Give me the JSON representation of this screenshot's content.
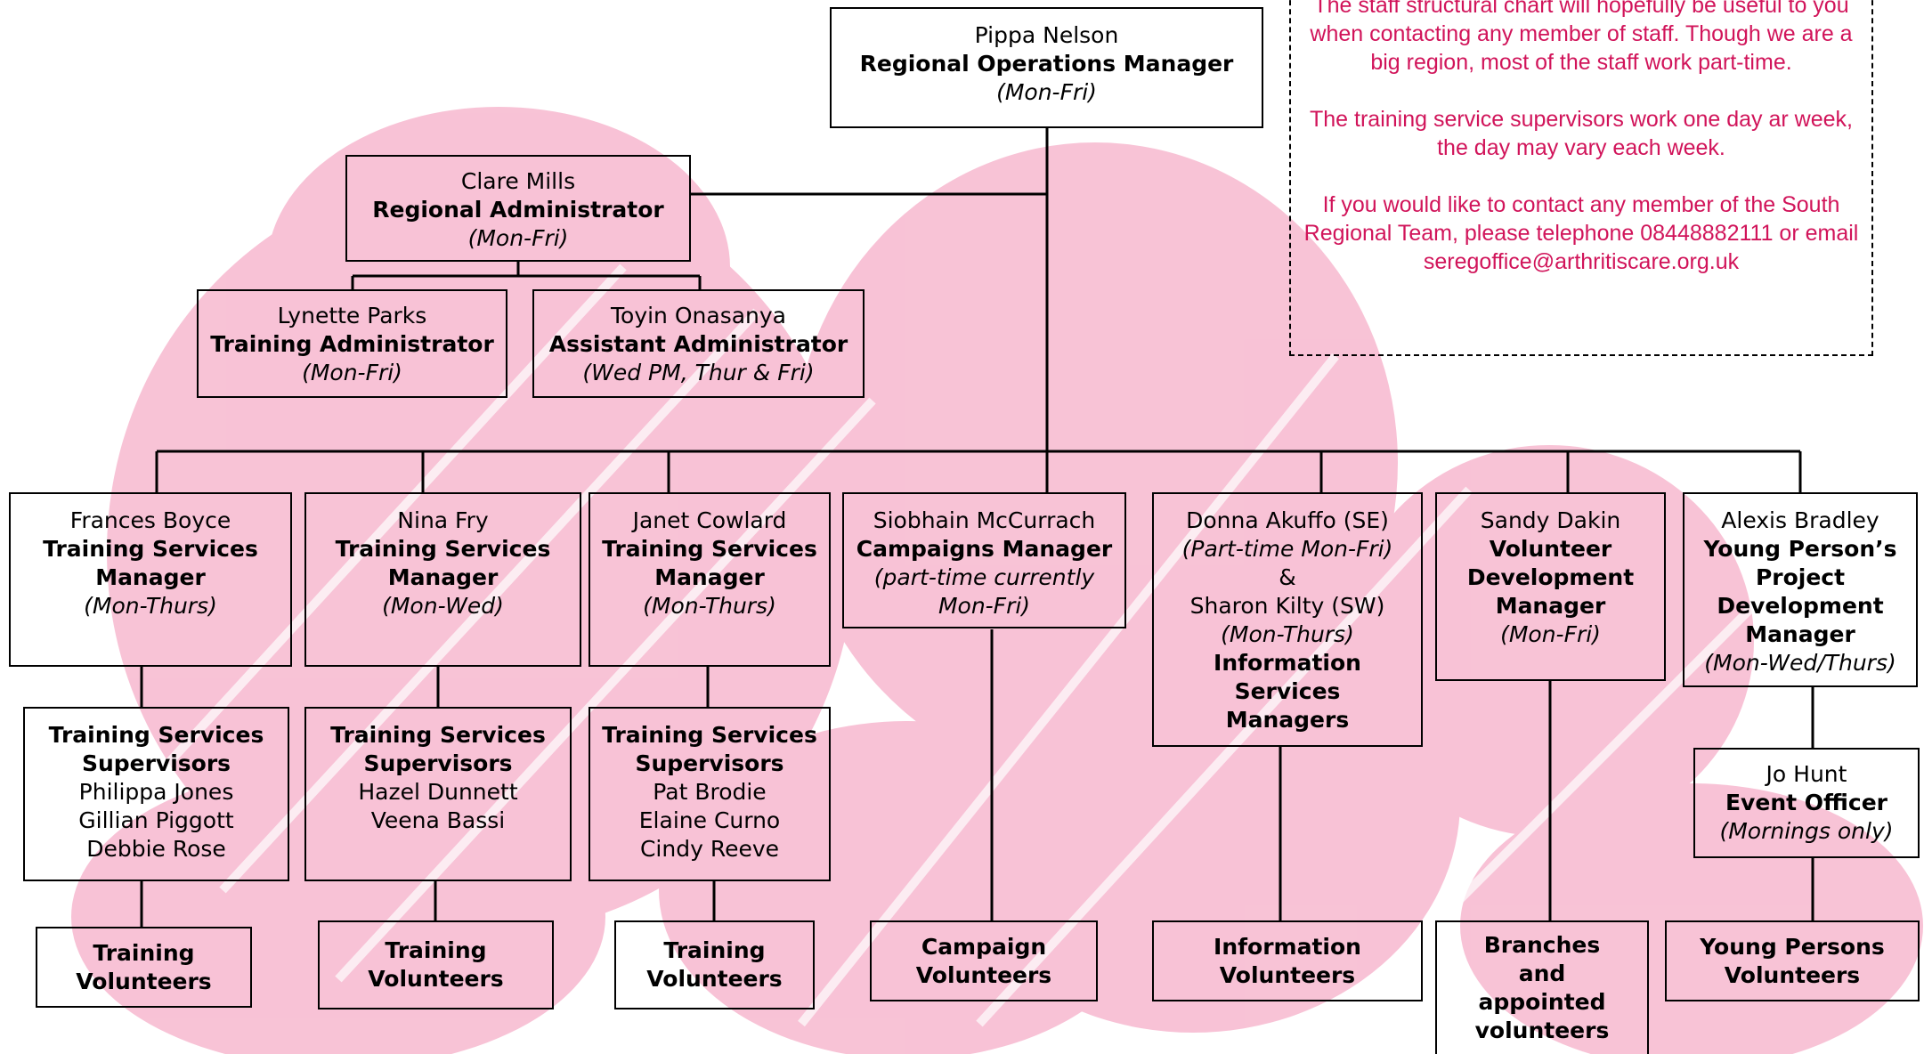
{
  "colors": {
    "note_text": "#d1145a",
    "background_scribble": "#f7b8cf",
    "lines": "#000000"
  },
  "note": {
    "paragraphs": [
      "The staff structural chart will hopefully be useful to you when contacting any member of staff. Though we are a big region, most of the staff work part-time.",
      "The training service supervisors work one day ar week, the day may vary each week.",
      "If you would like to contact any member of the South Regional Team, please telephone 08448882111 or email seregoffice@arthritiscare.org.uk"
    ]
  },
  "top": {
    "name": "Pippa Nelson",
    "title": "Regional Operations Manager",
    "hours": "(Mon-Fri)"
  },
  "admin": {
    "name": "Clare Mills",
    "title": "Regional Administrator",
    "hours": "(Mon-Fri)"
  },
  "training_admin": {
    "name": "Lynette Parks",
    "title": "Training Administrator",
    "hours": "(Mon-Fri)"
  },
  "assistant_admin": {
    "name": "Toyin Onasanya",
    "title": "Assistant Administrator",
    "hours": "(Wed PM, Thur & Fri)"
  },
  "managers": [
    {
      "name": "Frances Boyce",
      "title_lines": [
        "Training Services",
        "Manager"
      ],
      "hours": "(Mon-Thurs)"
    },
    {
      "name": "Nina Fry",
      "title_lines": [
        "Training Services",
        "Manager"
      ],
      "hours": "(Mon-Wed)"
    },
    {
      "name": "Janet Cowlard",
      "title_lines": [
        "Training Services",
        "Manager"
      ],
      "hours": "(Mon-Thurs)"
    },
    {
      "name": "Siobhain McCurrach",
      "title_lines": [
        "Campaigns Manager"
      ],
      "hours_lines": [
        "(part-time currently",
        "Mon-Fri)"
      ]
    },
    {
      "name": "Donna Akuffo (SE)",
      "hours1": "(Part-time Mon-Fri)",
      "amp": "&",
      "name2": "Sharon Kilty (SW)",
      "hours2": "(Mon-Thurs)",
      "title_lines": [
        "Information",
        "Services",
        "Managers"
      ]
    },
    {
      "name": "Sandy Dakin",
      "title_lines": [
        "Volunteer",
        "Development",
        "Manager"
      ],
      "hours": "(Mon-Fri)"
    },
    {
      "name": "Alexis Bradley",
      "title_lines": [
        "Young Person’s",
        "Project",
        "Development",
        "Manager"
      ],
      "hours": "(Mon-Wed/Thurs)"
    }
  ],
  "supervisors": [
    {
      "title_lines": [
        "Training Services",
        "Supervisors"
      ],
      "names": [
        "Philippa Jones",
        "Gillian Piggott",
        "Debbie Rose"
      ]
    },
    {
      "title_lines": [
        "Training Services",
        "Supervisors"
      ],
      "names": [
        "Hazel Dunnett",
        "Veena Bassi"
      ]
    },
    {
      "title_lines": [
        "Training Services",
        "Supervisors"
      ],
      "names": [
        "Pat Brodie",
        "Elaine Curno",
        "Cindy Reeve"
      ]
    }
  ],
  "event_officer": {
    "name": "Jo Hunt",
    "title": "Event Officer",
    "hours": "(Mornings only)"
  },
  "volunteers": [
    {
      "lines": [
        "Training",
        "Volunteers"
      ]
    },
    {
      "lines": [
        "Training",
        "Volunteers"
      ]
    },
    {
      "lines": [
        "Training",
        "Volunteers"
      ]
    },
    {
      "lines": [
        "Campaign",
        "Volunteers"
      ]
    },
    {
      "lines": [
        "Information",
        "Volunteers"
      ]
    },
    {
      "lines": [
        "Branches",
        "and",
        "appointed",
        "volunteers"
      ]
    },
    {
      "lines": [
        "Young Persons",
        "Volunteers"
      ]
    }
  ]
}
